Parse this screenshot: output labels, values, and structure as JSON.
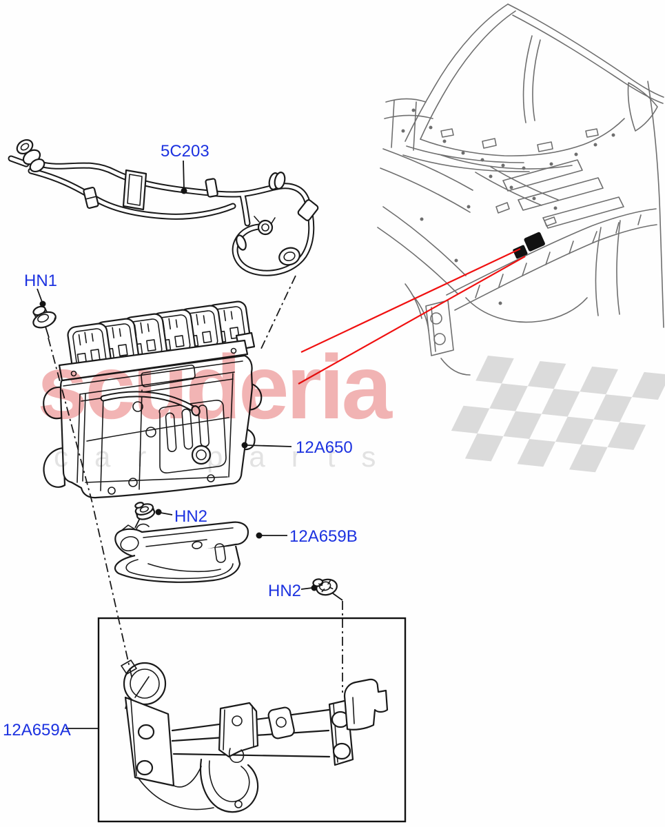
{
  "diagram": {
    "callouts": {
      "pipe": {
        "text": "5C203"
      },
      "nut_hn1": {
        "text": "HN1"
      },
      "ecm": {
        "text": "12A650"
      },
      "nut_hn2_upper": {
        "text": "HN2"
      },
      "bracket_upper": {
        "text": "12A659B"
      },
      "nut_hn2_lower": {
        "text": "HN2"
      },
      "bracket_lower": {
        "text": "12A659A"
      }
    },
    "watermark": {
      "brand": "scuderia",
      "subtitle": "car parts"
    },
    "colors": {
      "label_blue": "#1c32e0",
      "pointer_red": "#f01010",
      "line_black": "#1a1a1a",
      "vehicle_gray": "#6e6e6e",
      "watermark_pink": "#f2b4b4",
      "watermark_gray": "#e3e3e3",
      "flag_gray": "#dcdcdc"
    }
  }
}
